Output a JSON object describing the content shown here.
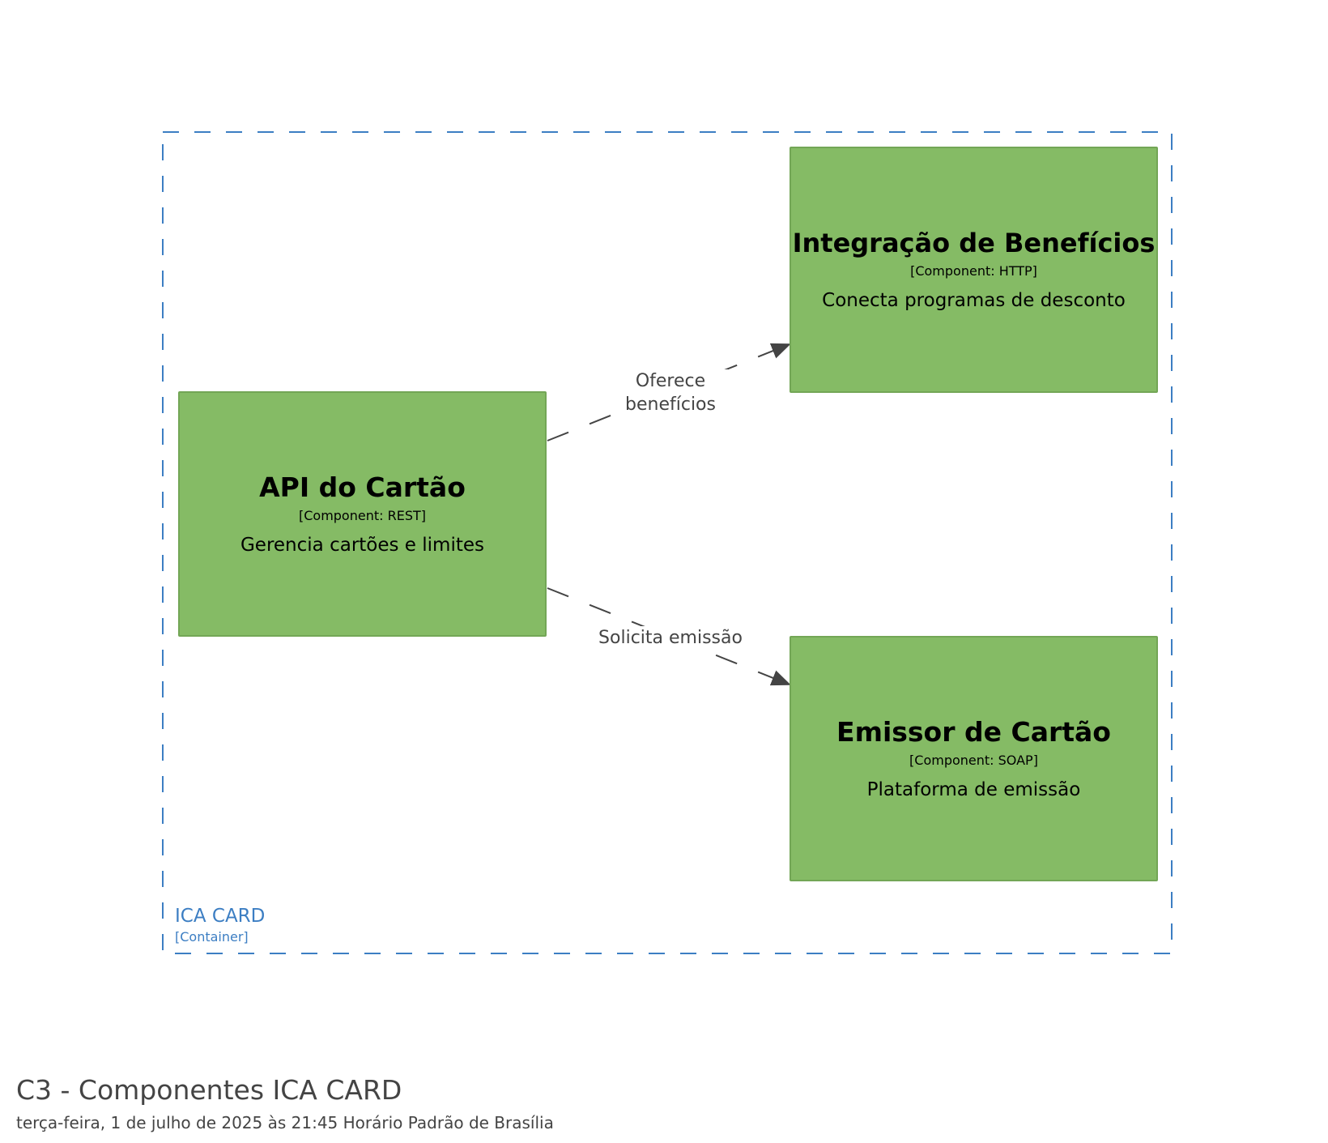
{
  "boundary": {
    "name": "ICA CARD",
    "type": "[Container]"
  },
  "components": [
    {
      "id": "api",
      "name": "API do Cartão",
      "type": "[Component: REST]",
      "description": "Gerencia cartões e limites"
    },
    {
      "id": "int",
      "name": "Integração de Benefícios",
      "type": "[Component: HTTP]",
      "description": "Conecta programas de desconto"
    },
    {
      "id": "emi",
      "name": "Emissor de Cartão",
      "type": "[Component: SOAP]",
      "description": "Plataforma de emissão"
    }
  ],
  "relationships": [
    {
      "from": "api",
      "to": "int",
      "label": "Oferece benefícios"
    },
    {
      "from": "api",
      "to": "emi",
      "label": "Solicita emissão"
    }
  ],
  "footer": {
    "title": "C3 - Componentes ICA CARD",
    "subtitle": "terça-feira, 1 de julho de 2025 às 21:45 Horário Padrão de Brasília"
  },
  "colors": {
    "boundary": "#3c7ec3",
    "component_fill": "#85bb65",
    "component_border": "#73a656",
    "arrow": "#444444",
    "footer_text": "#444444"
  }
}
